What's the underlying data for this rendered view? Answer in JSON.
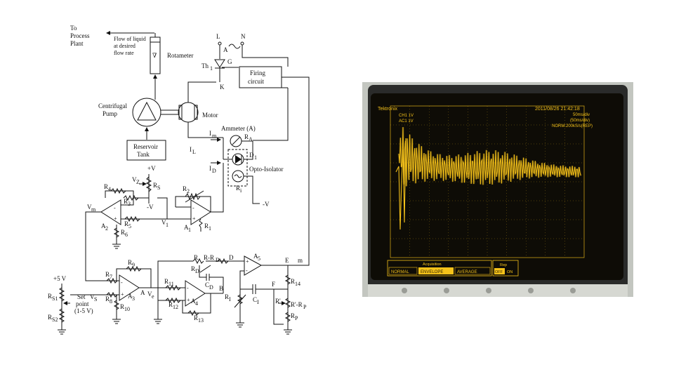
{
  "schematic": {
    "to_process_plant": [
      "To",
      "Process",
      "Plant"
    ],
    "flow_label": [
      "Flow of liquid",
      "at desired",
      "flow rate"
    ],
    "rotameter": "Rotameter",
    "rotameter_symbol": "∇",
    "centrifugal_pump": [
      "Centrifugal",
      "Pump"
    ],
    "motor": "Motor",
    "reservoir_tank": [
      "Reservoir",
      "Tank"
    ],
    "firing_circuit": [
      "Firing",
      "circuit"
    ],
    "terminal_L": "L",
    "terminal_N": "N",
    "terminal_A": "A",
    "terminal_G": "G",
    "terminal_K": "K",
    "thyristor": "Th",
    "thyristor_sub": "1",
    "ammeter": "Ammeter (A)",
    "ra": "R",
    "ra_sub": "A",
    "im": "I",
    "im_sub": "m",
    "il": "I",
    "il_sub": "L",
    "id": "I",
    "id_sub": "D",
    "d1": "D",
    "d1_sub": "1",
    "opto_isolator": "Opto-Isolator",
    "ri": "R",
    "ri_sub": "i",
    "neg_v": "-V",
    "pos_v": "+V",
    "vz": "V",
    "vz_sub": "Z",
    "rs": "R",
    "rs_sub": "S",
    "r1": "R",
    "r1_sub": "1",
    "r2": "R",
    "r2_sub": "2",
    "r3": "R",
    "r3_sub": "3",
    "r4": "R",
    "r4_sub": "4",
    "r5": "R",
    "r5_sub": "5",
    "r6": "R",
    "r6_sub": "6",
    "r7": "R",
    "r7_sub": "7",
    "r8": "R",
    "r8_sub": "8",
    "r9": "R",
    "r9_sub": "9",
    "r10": "R",
    "r10_sub": "10",
    "r11": "R",
    "r11_sub": "11",
    "r12": "R",
    "r12_sub": "12",
    "r13": "R",
    "r13_sub": "13",
    "r14": "R",
    "r14_sub": "14",
    "a1": "A",
    "a1_sub": "1",
    "a2": "A",
    "a2_sub": "2",
    "a3": "A",
    "a3_sub": "3",
    "a4": "A",
    "a4_sub": "4",
    "a5": "A",
    "a5_sub": "5",
    "vm": "V",
    "vm_sub": "m",
    "v1": "V",
    "v1_sub": "1",
    "ve": "V",
    "ve_sub": "e",
    "vs": "V",
    "vs_sub": "S",
    "node_A": "A",
    "node_B": "B",
    "node_D": "D",
    "node_E": "E",
    "node_F": "F",
    "node_m": "m",
    "node_R": "R",
    "r_minus_rd": "R-R",
    "r_minus_rd_sub": "D",
    "rd": "R",
    "rd_sub": "D",
    "cd": "C",
    "cd_sub": "D",
    "rl": "R",
    "rl_sub": "I",
    "cl": "C",
    "cl_sub": "I",
    "rp_prime": "R'",
    "rp_prime_sub": "P",
    "rp2_prime": "R",
    "rp2_prime_sub": "P",
    "r_prime_rp": "R'-R",
    "r_prime_rp_sub": "P",
    "rp": "R",
    "rp_sub": "P",
    "supply_5v": "+5 V",
    "rs1": "R",
    "rs1_sub": "S1",
    "rs2": "R",
    "rs2_sub": "S2",
    "set_point": [
      "Set",
      "point",
      "(1-5 V)"
    ],
    "plus": "+",
    "minus": "-"
  },
  "oscilloscope": {
    "brand": "Tektronix",
    "datetime": "2011/08/26  21:42:18",
    "channel_info": "CH1 1V",
    "channel_info2": "AC1 1V",
    "timebase": "50ms/div",
    "timebase2": "(50ms/div)",
    "sample_rate": "NORM:200kS/s(REP)",
    "acquisition_label": "Acquisition",
    "mode_normal": "NORMAL",
    "mode_envelope": "ENVELOPE",
    "mode_average": "AVERAGE",
    "rep_label": "Rep",
    "rep_off": "OFF",
    "rep_on": "ON",
    "trace_color": "#f5c21a"
  }
}
